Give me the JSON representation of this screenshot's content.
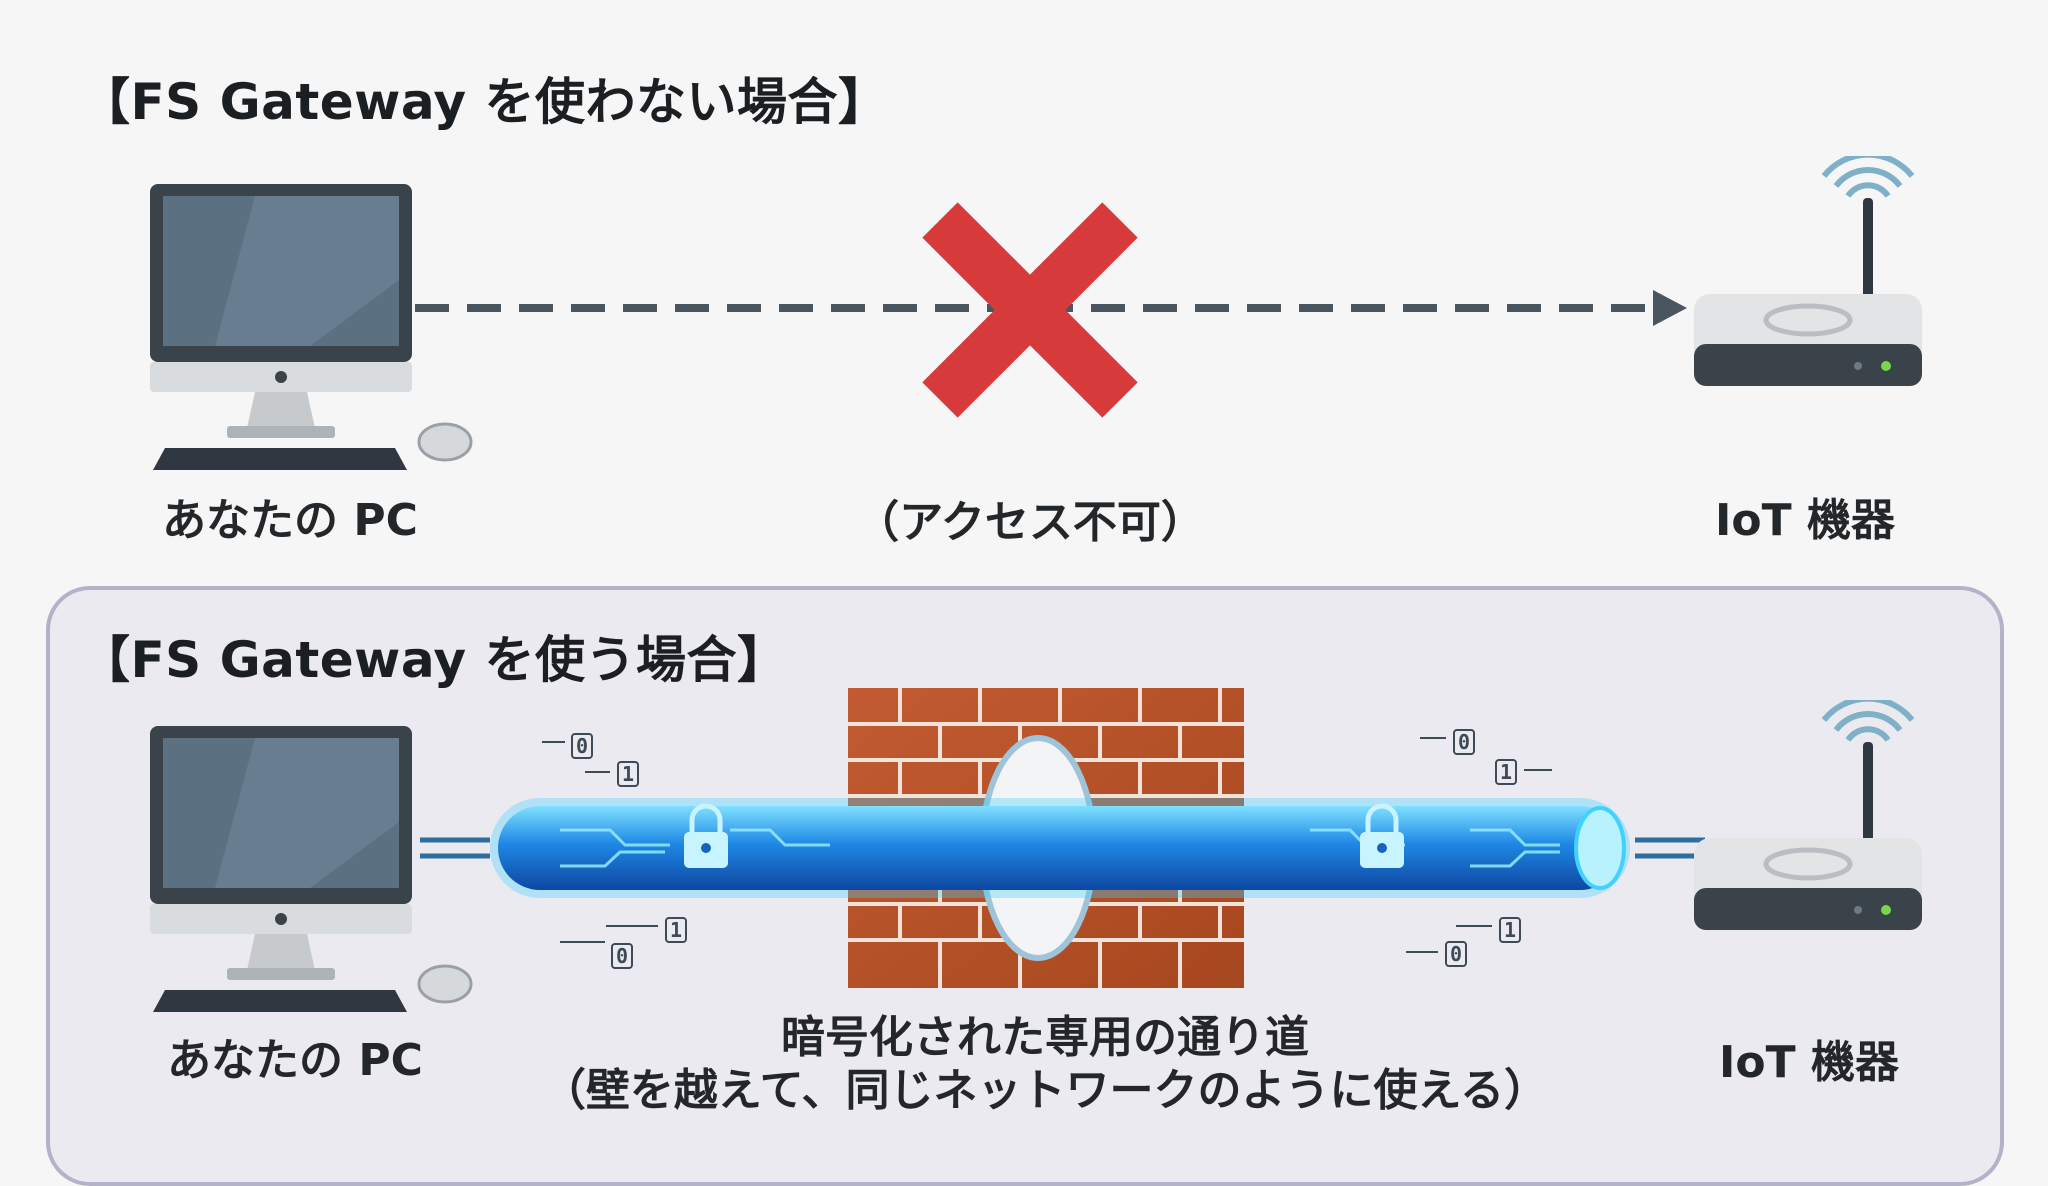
{
  "top": {
    "title": "【FS Gateway を使わない場合】",
    "pc_label": "あなたの PC",
    "blocked_label": "（アクセス不可）",
    "device_label": "IoT 機器"
  },
  "bottom": {
    "title": "【FS Gateway を使う場合】",
    "pc_label": "あなたの PC",
    "device_label": "IoT 機器",
    "tunnel_caption_line1": "暗号化された専用の通り道",
    "tunnel_caption_line2": "（壁を越えて、同じネットワークのように使える）",
    "bits": [
      "0",
      "1",
      "1",
      "0",
      "0",
      "1",
      "1",
      "0"
    ]
  },
  "colors": {
    "cross": "#d73a3a",
    "dash": "#4a5560",
    "tunnel": "#1e88e5",
    "tunnel_glow": "#41d0ff",
    "brick": "#b8532c",
    "panel_border": "#b4b2c6"
  },
  "icons": [
    "computer-icon",
    "keyboard-icon",
    "mouse-icon",
    "router-icon",
    "wifi-icon",
    "cross-icon",
    "lock-icon",
    "firewall-icon"
  ]
}
